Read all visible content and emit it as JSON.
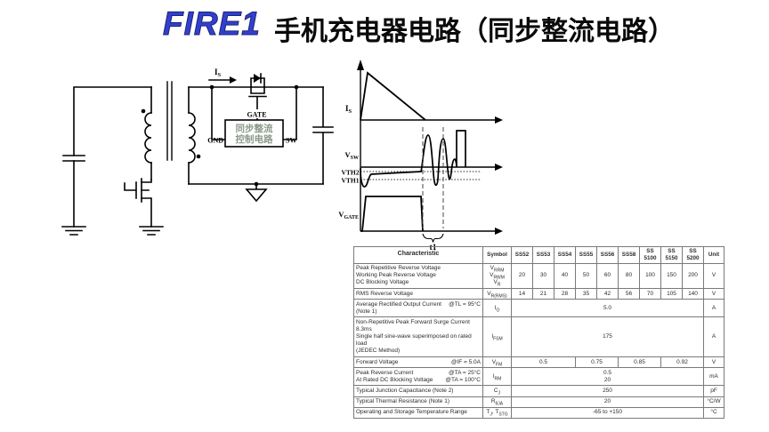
{
  "slide": {
    "logo": "FIRE1",
    "title": "手机充电器电路（同步整流电路）",
    "accent_color": "#3140d0"
  },
  "circuit": {
    "is_label": {
      "main": "I",
      "sub": "S"
    },
    "gate_label": "GATE",
    "gnd_label": "GND",
    "sw_label": "SW",
    "control_box": {
      "line1": "同步整流",
      "line2": "控制电路",
      "text_color": "#8d9a8c"
    }
  },
  "waveforms": {
    "is": {
      "main": "I",
      "sub": "S"
    },
    "vsw": {
      "main": "V",
      "sub": "SW"
    },
    "vth2": "VTH2",
    "vth1": "VTH1",
    "vgate": {
      "main": "V",
      "sub": "GATE"
    },
    "t1": "t1",
    "description": "IS ramps down to zero; VSW rings between VTH1/VTH2 thresholds during interval t1 after VGATE turns off"
  },
  "table": {
    "headers": [
      [
        "Characteristic"
      ],
      [
        "Symbol"
      ],
      [
        "SS52"
      ],
      [
        "SS53"
      ],
      [
        "SS54"
      ],
      [
        "SS55"
      ],
      [
        "SS56"
      ],
      [
        "SS58"
      ],
      [
        "SS",
        "5100"
      ],
      [
        "SS",
        "5150"
      ],
      [
        "SS",
        "5200"
      ],
      [
        "Unit"
      ]
    ],
    "rows": [
      {
        "characteristic": [
          {
            "l": "Peak Repetitive Reverse Voltage",
            "r": ""
          },
          {
            "l": "Working Peak Reverse Voltage",
            "r": ""
          },
          {
            "l": "DC Blocking Voltage",
            "r": ""
          }
        ],
        "symbol": [
          [
            [
              "V",
              "RRM"
            ]
          ],
          [
            [
              "V",
              "RWM"
            ]
          ],
          [
            [
              "V",
              "R"
            ]
          ]
        ],
        "values": [
          {
            "v": [
              "20"
            ],
            "span": 1
          },
          {
            "v": [
              "30"
            ],
            "span": 1
          },
          {
            "v": [
              "40"
            ],
            "span": 1
          },
          {
            "v": [
              "50"
            ],
            "span": 1
          },
          {
            "v": [
              "60"
            ],
            "span": 1
          },
          {
            "v": [
              "80"
            ],
            "span": 1
          },
          {
            "v": [
              "100"
            ],
            "span": 1
          },
          {
            "v": [
              "150"
            ],
            "span": 1
          },
          {
            "v": [
              "200"
            ],
            "span": 1
          }
        ],
        "unit": "V"
      },
      {
        "characteristic": [
          {
            "l": "RMS Reverse Voltage",
            "r": ""
          }
        ],
        "symbol": [
          [
            [
              "V",
              "R(RMS)"
            ]
          ]
        ],
        "values": [
          {
            "v": [
              "14"
            ],
            "span": 1
          },
          {
            "v": [
              "21"
            ],
            "span": 1
          },
          {
            "v": [
              "28"
            ],
            "span": 1
          },
          {
            "v": [
              "35"
            ],
            "span": 1
          },
          {
            "v": [
              "42"
            ],
            "span": 1
          },
          {
            "v": [
              "56"
            ],
            "span": 1
          },
          {
            "v": [
              "70"
            ],
            "span": 1
          },
          {
            "v": [
              "105"
            ],
            "span": 1
          },
          {
            "v": [
              "140"
            ],
            "span": 1
          }
        ],
        "unit": "V"
      },
      {
        "characteristic": [
          {
            "l": "Average Rectified Output Current",
            "r": "@TL = 95°C"
          },
          {
            "l": "(Note 1)",
            "r": ""
          }
        ],
        "symbol": [
          [
            [
              "I",
              "O"
            ]
          ]
        ],
        "values": [
          {
            "v": [
              "5.0"
            ],
            "span": 9
          }
        ],
        "unit": "A"
      },
      {
        "characteristic": [
          {
            "l": "Non-Repetitive Peak Forward Surge Current 8.3ms",
            "r": ""
          },
          {
            "l": "Single half sine-wave superimposed on rated load",
            "r": ""
          },
          {
            "l": "(JEDEC Method)",
            "r": ""
          }
        ],
        "symbol": [
          [
            [
              "I",
              "FSM"
            ]
          ]
        ],
        "values": [
          {
            "v": [
              "175"
            ],
            "span": 9
          }
        ],
        "unit": "A"
      },
      {
        "characteristic": [
          {
            "l": "Forward Voltage",
            "r": "@IF = 5.0A"
          }
        ],
        "symbol": [
          [
            [
              "V",
              "FM"
            ]
          ]
        ],
        "values": [
          {
            "v": [
              "0.5"
            ],
            "span": 3
          },
          {
            "v": [
              "0.75"
            ],
            "span": 2
          },
          {
            "v": [
              "0.85"
            ],
            "span": 2
          },
          {
            "v": [
              "0.92"
            ],
            "span": 2
          }
        ],
        "unit": "V"
      },
      {
        "characteristic": [
          {
            "l": "Peak Reverse Current",
            "r": "@TA = 25°C"
          },
          {
            "l": "At Rated DC Blocking Voltage",
            "r": "@TA = 100°C"
          }
        ],
        "symbol": [
          [
            [
              "I",
              "RM"
            ]
          ]
        ],
        "values": [
          {
            "v": [
              "0.5",
              "20"
            ],
            "span": 9
          }
        ],
        "unit": "mA"
      },
      {
        "characteristic": [
          {
            "l": "Typical Junction Capacitance (Note 2)",
            "r": ""
          }
        ],
        "symbol": [
          [
            [
              "C",
              "J"
            ]
          ]
        ],
        "values": [
          {
            "v": [
              "250"
            ],
            "span": 9
          }
        ],
        "unit": "pF"
      },
      {
        "characteristic": [
          {
            "l": "Typical Thermal Resistance (Note 1)",
            "r": ""
          }
        ],
        "symbol": [
          [
            [
              "R",
              "θJA"
            ]
          ]
        ],
        "values": [
          {
            "v": [
              "20"
            ],
            "span": 9
          }
        ],
        "unit": "°C/W"
      },
      {
        "characteristic": [
          {
            "l": "Operating and Storage Temperature Range",
            "r": ""
          }
        ],
        "symbol": [
          [
            [
              "T",
              "J"
            ],
            [
              ", T",
              "STG"
            ]
          ]
        ],
        "values": [
          {
            "v": [
              "-65 to +150"
            ],
            "span": 9
          }
        ],
        "unit": "°C"
      }
    ]
  }
}
